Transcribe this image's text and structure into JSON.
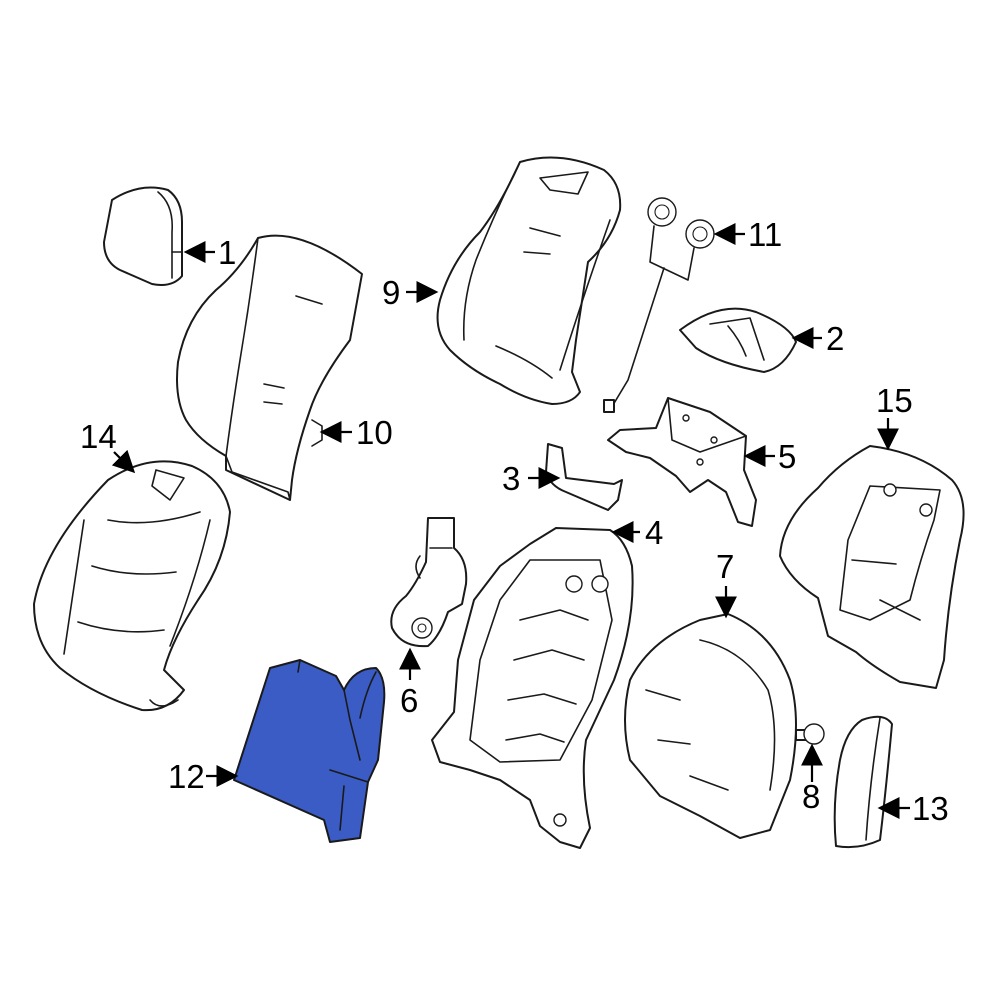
{
  "diagram": {
    "highlight_color": "#3a5cc4",
    "highlighted_part": "12",
    "callouts": [
      "1",
      "2",
      "3",
      "4",
      "5",
      "6",
      "7",
      "8",
      "9",
      "10",
      "11",
      "12",
      "13",
      "14",
      "15"
    ]
  }
}
